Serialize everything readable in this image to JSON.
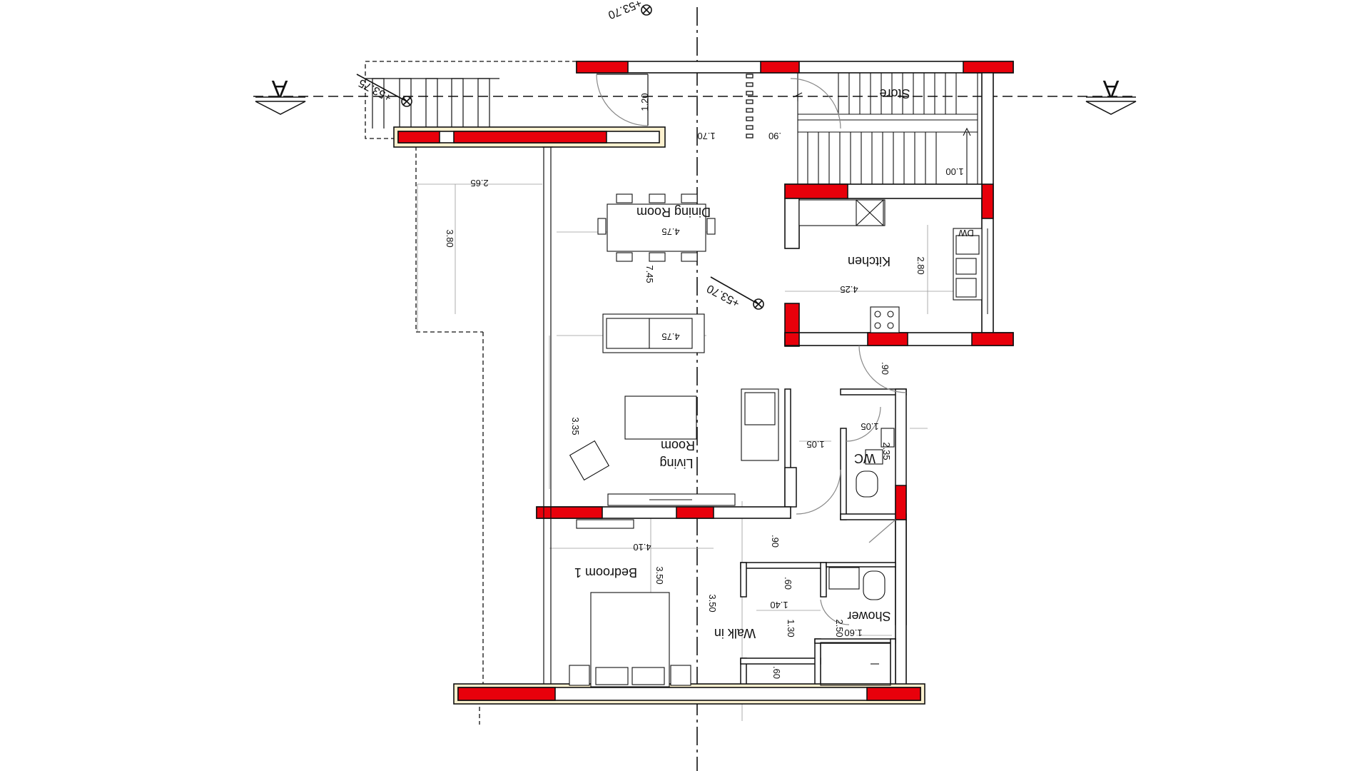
{
  "colors": {
    "cut_wall": "#e8000b",
    "wall_fill": "#ffffff",
    "edge_fill": "#fdf1cf",
    "line": "#111111",
    "thin": "#9a9a9a"
  },
  "orientation": "rotated-180",
  "section_markers": {
    "left": "A",
    "right": "A"
  },
  "level_marks": [
    "+53.70",
    "+53.75",
    "+53.70"
  ],
  "rooms": {
    "store": "Store",
    "dining": "Dining Room",
    "kitchen": "Kitchen",
    "living_line1": "Living",
    "living_line2": "Room",
    "wc": "WC",
    "bedroom": "Bedroom 1",
    "walk_in": "Walk in",
    "shower": "Shower"
  },
  "appliance_labels": {
    "dishwasher": "DW"
  },
  "dimensions": {
    "d_1_20": "1.20",
    "d_1_70": "1.70",
    "d_090_top": ".90",
    "d_1_00": "1.00",
    "d_2_65": "2.65",
    "d_3_80": "3.80",
    "d_4_75_dining": "4.75",
    "d_7_45": "7.45",
    "d_4_75_living": "4.75",
    "d_4_25": "4.25",
    "d_2_80": "2.80",
    "d_090_kitchen_door": ".90",
    "d_1_05_wc": "1.05",
    "d_2_35": "2.35",
    "d_1_05_hall": "1.05",
    "d_3_35": "3.35",
    "d_090_hall": ".90",
    "d_4_10": "4.10",
    "d_3_50_bed": "3.50",
    "d_3_50_walk": "3.50",
    "d_060_a": ".60",
    "d_1_40": "1.40",
    "d_1_30": "1.30",
    "d_2_50": "2.50",
    "d_1_60": "1.60",
    "d_060_b": ".60"
  }
}
